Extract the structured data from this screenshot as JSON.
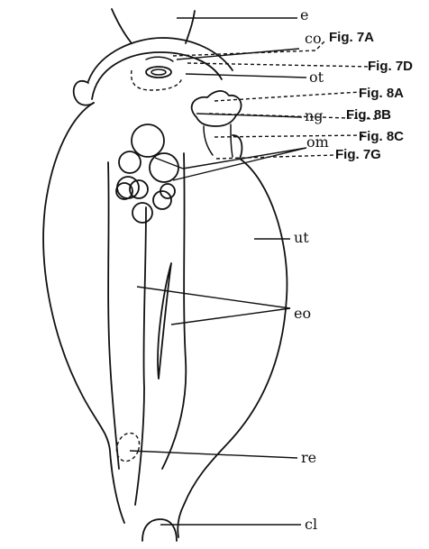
{
  "labels": {
    "e": "e",
    "co": "co",
    "ot": "ot",
    "ng": "ng",
    "om": "om",
    "ut": "ut",
    "eo": "eo",
    "re": "re",
    "cl": "cl"
  },
  "figure_refs": {
    "fig7a": "Fig. 7A",
    "fig7d": "Fig. 7D",
    "fig8a": "Fig. 8A",
    "fig8b": "Fig. 8B",
    "fig8c": "Fig. 8C",
    "fig7g": "Fig. 7G"
  }
}
